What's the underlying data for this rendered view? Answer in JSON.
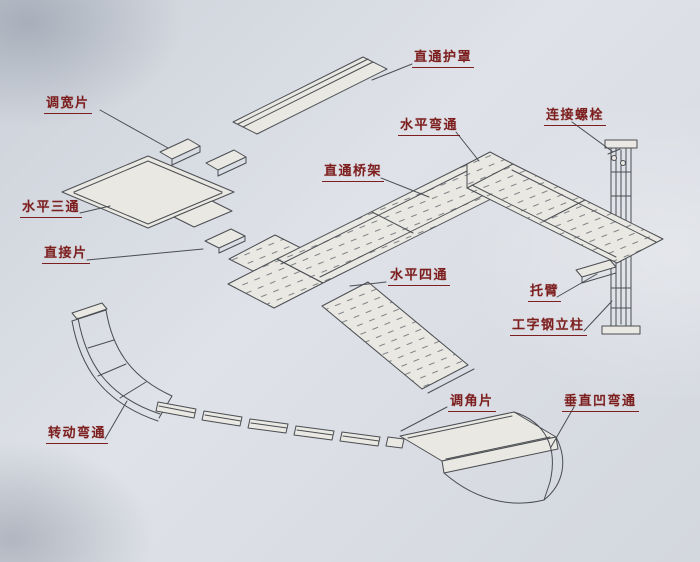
{
  "figure": {
    "kind": "isometric exploded diagram of a cable tray (bridge) system with part callouts"
  },
  "colors": {
    "background": "#d5d9e0",
    "paper_fill": "#e9e8e2",
    "line": "#4a4d52",
    "hatch": "#7f8287",
    "label_text": "#7d1f1f"
  },
  "labels": [
    {
      "id": "straight-cover",
      "text": "直通护罩"
    },
    {
      "id": "width-adjust-piece",
      "text": "调宽片"
    },
    {
      "id": "horizontal-elbow",
      "text": "水平弯通"
    },
    {
      "id": "connecting-bolt",
      "text": "连接螺栓"
    },
    {
      "id": "straight-bridge",
      "text": "直通桥架"
    },
    {
      "id": "horizontal-tee",
      "text": "水平三通"
    },
    {
      "id": "direct-piece",
      "text": "直接片"
    },
    {
      "id": "horizontal-cross",
      "text": "水平四通"
    },
    {
      "id": "bracket-arm",
      "text": "托臂"
    },
    {
      "id": "i-beam-column",
      "text": "工字钢立柱"
    },
    {
      "id": "angle-adjust-piece",
      "text": "调角片"
    },
    {
      "id": "vertical-concave-elbow",
      "text": "垂直凹弯通"
    },
    {
      "id": "rotating-elbow",
      "text": "转动弯通"
    }
  ]
}
